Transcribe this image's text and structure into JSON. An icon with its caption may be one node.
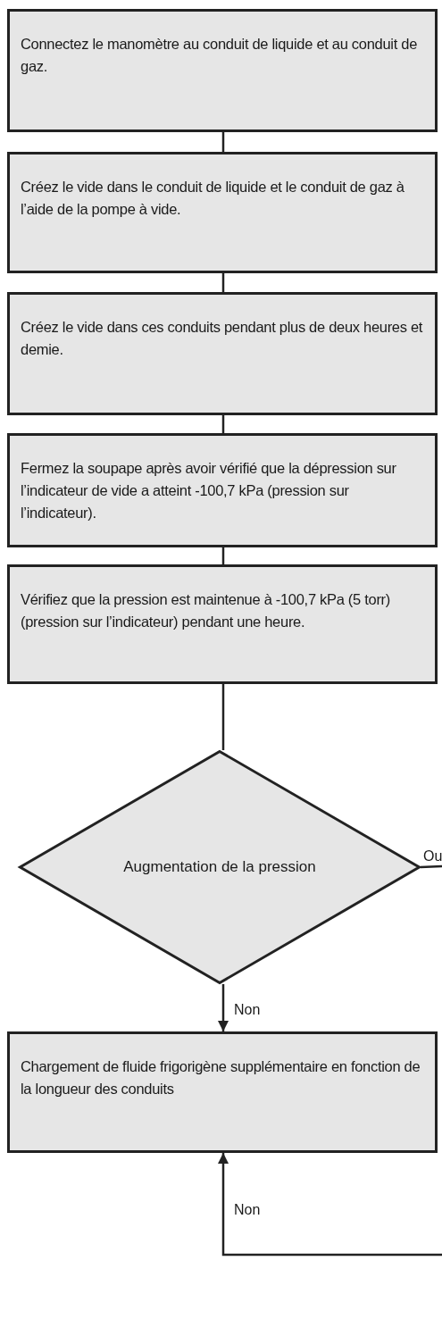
{
  "diagram": {
    "nodes": [
      {
        "text": [
          "Connectez le manomètre au conduit de liquide et au conduit de gaz."
        ]
      },
      {
        "text": [
          "Créez le vide dans le conduit de liquide et le conduit de gaz à l’aide de la pompe à vide."
        ]
      },
      {
        "text": [
          "Créez le vide dans ces conduits pendant plus de deux heures et demie."
        ]
      },
      {
        "text": [
          "Fermez la soupape après avoir vérifié que la dépression sur l’indicateur de vide a atteint -100,7 kPa (pression sur l’indicateur)."
        ]
      },
      {
        "text": [
          "Vérifiez que la pression est maintenue à -100,7 kPa (5 torr) (pression sur l’indicateur) pendant une heure."
        ]
      },
      {
        "text": [
          "Augmentation de la pression"
        ]
      },
      {
        "text": [
          "Chargement de fluide frigorigène supplémentaire en fonction de la longueur des conduits"
        ]
      }
    ],
    "edges": [
      {
        "from": 0,
        "to": 1,
        "arrow": "none"
      },
      {
        "from": 1,
        "to": 2,
        "arrow": "none"
      },
      {
        "from": 2,
        "to": 3,
        "arrow": "none"
      },
      {
        "from": 3,
        "to": 4,
        "arrow": "none"
      },
      {
        "from": 4,
        "to": 5,
        "arrow": "none"
      },
      {
        "from": 5,
        "to": null,
        "arrow": "none",
        "label": "Ou"
      },
      {
        "from": 5,
        "to": 6,
        "arrow": "to",
        "label": "Non"
      },
      {
        "from": null,
        "to": 6,
        "arrow": "to",
        "label": "Non"
      }
    ]
  }
}
